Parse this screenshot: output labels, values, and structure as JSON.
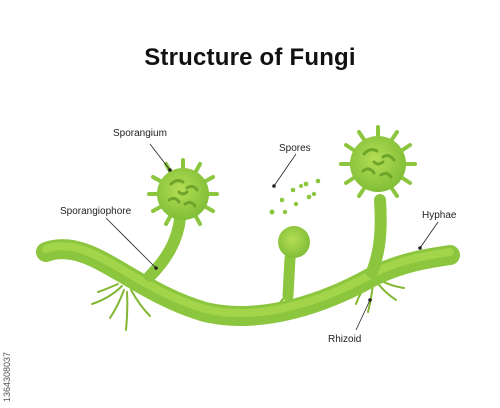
{
  "title": "Structure of Fungi",
  "labels": {
    "sporangium": "Sporangium",
    "sporangiophore": "Sporangiophore",
    "spores": "Spores",
    "hyphae": "Hyphae",
    "rhizoid": "Rhizoid"
  },
  "stock_id": "1364308037",
  "colors": {
    "fungus_light": "#a5d53f",
    "fungus_mid": "#8cc63f",
    "fungus_dark": "#6fa52b",
    "rhizoid": "#82b733"
  }
}
